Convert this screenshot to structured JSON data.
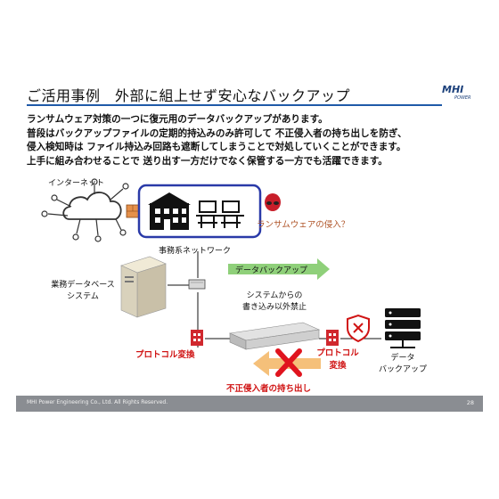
{
  "header": {
    "title": "ご活用事例　外部に組上せず安心なバックアップ",
    "logo_main": "MHI",
    "logo_sub": "POWER"
  },
  "body": {
    "lines": [
      "ランサムウェア対策の一つに復元用のデータバックアップがあります。",
      "普段はバックアップファイルの定期的持込みのみ許可して 不正侵入者の持ち出しを防ぎ、",
      "侵入検知時は ファイル持込み回路も遮断してしまうことで対処していくことができます。",
      "上手に組み合わせることで 送り出す一方だけでなく保管する一方でも活躍できます。"
    ]
  },
  "diagram": {
    "internet_label": "インターネット",
    "ransomware_label": "ランサムウェアの侵入？",
    "office_network_label": "事務系ネットワーク",
    "business_db_label_1": "業務データベース",
    "business_db_label_2": "システム",
    "data_backup_arrow_label": "データバックアップ",
    "write_forbidden_1": "システムからの",
    "write_forbidden_2": "書き込み以外禁止",
    "protocol_left": "プロトコル変換",
    "protocol_right_1": "プロトコル",
    "protocol_right_2": "変換",
    "data_backup_label_1": "データ",
    "data_backup_label_2": "バックアップ",
    "exfiltration_label": "不正侵入者の持ち出し"
  },
  "footer": {
    "copyright": "MHI Power Engineering Co., Ltd. All Rights Reserved.",
    "page_number": "28"
  },
  "colors": {
    "accent_blue": "#1f5aa8",
    "warning_red": "#d01414",
    "arrow_green": "#8fd07a",
    "arrow_orange": "#f5c07a",
    "footer_gray": "#8a8d92"
  }
}
